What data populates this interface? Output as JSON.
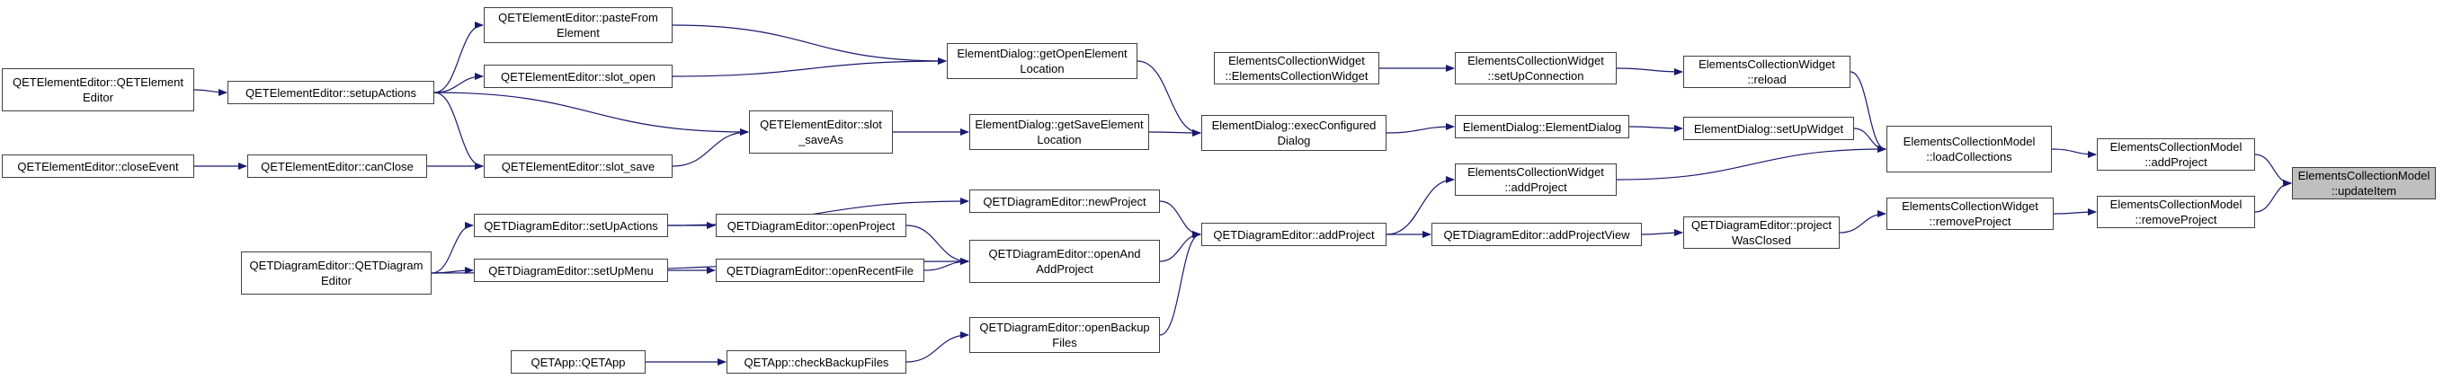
{
  "graph": {
    "edge_color": "#191970",
    "root_fill": "#bfbfbf",
    "node_border": "#404040",
    "nodes": [
      {
        "id": "n_updateitem",
        "lines": [
          "ElementsCollectionModel",
          "::updateItem"
        ],
        "root": true
      },
      {
        "id": "n_addproject_model",
        "lines": [
          "ElementsCollectionModel",
          "::addProject"
        ]
      },
      {
        "id": "n_removeproject_model",
        "lines": [
          "ElementsCollectionModel",
          "::removeProject"
        ]
      },
      {
        "id": "n_loadcollections",
        "lines": [
          "ElementsCollectionModel",
          "::loadCollections"
        ]
      },
      {
        "id": "n_addproject_widget",
        "lines": [
          "ElementsCollectionWidget",
          "::addProject"
        ]
      },
      {
        "id": "n_removeproject_widget",
        "lines": [
          "ElementsCollectionWidget",
          "::removeProject"
        ]
      },
      {
        "id": "n_reload",
        "lines": [
          "ElementsCollectionWidget",
          "::reload"
        ]
      },
      {
        "id": "n_setupwidget",
        "lines": [
          "ElementDialog::setUpWidget"
        ]
      },
      {
        "id": "n_projectwasclosed",
        "lines": [
          "QETDiagramEditor::project",
          "WasClosed"
        ]
      },
      {
        "id": "n_setupconnection",
        "lines": [
          "ElementsCollectionWidget",
          "::setUpConnection"
        ]
      },
      {
        "id": "n_elementdialog_ctor",
        "lines": [
          "ElementDialog::ElementDialog"
        ]
      },
      {
        "id": "n_addprojectview",
        "lines": [
          "QETDiagramEditor::addProjectView"
        ]
      },
      {
        "id": "n_widget_ctor",
        "lines": [
          "ElementsCollectionWidget",
          "::ElementsCollectionWidget"
        ]
      },
      {
        "id": "n_execconfigured",
        "lines": [
          "ElementDialog::execConfigured",
          "Dialog"
        ]
      },
      {
        "id": "n_addproject_editor",
        "lines": [
          "QETDiagramEditor::addProject"
        ]
      },
      {
        "id": "n_getopen",
        "lines": [
          "ElementDialog::getOpenElement",
          "Location"
        ]
      },
      {
        "id": "n_getsave",
        "lines": [
          "ElementDialog::getSaveElement",
          "Location"
        ]
      },
      {
        "id": "n_newproject",
        "lines": [
          "QETDiagramEditor::newProject"
        ]
      },
      {
        "id": "n_openandadd",
        "lines": [
          "QETDiagramEditor::openAnd",
          "AddProject"
        ]
      },
      {
        "id": "n_openbackup",
        "lines": [
          "QETDiagramEditor::openBackup",
          "Files"
        ]
      },
      {
        "id": "n_pastefrom",
        "lines": [
          "QETElementEditor::pasteFrom",
          "Element"
        ]
      },
      {
        "id": "n_slot_open",
        "lines": [
          "QETElementEditor::slot_open"
        ]
      },
      {
        "id": "n_slot_saveas",
        "lines": [
          "QETElementEditor::slot",
          "_saveAs"
        ]
      },
      {
        "id": "n_slot_save",
        "lines": [
          "QETElementEditor::slot_save"
        ]
      },
      {
        "id": "n_openproject",
        "lines": [
          "QETDiagramEditor::openProject"
        ]
      },
      {
        "id": "n_openrecentfile",
        "lines": [
          "QETDiagramEditor::openRecentFile"
        ]
      },
      {
        "id": "n_checkbackup",
        "lines": [
          "QETApp::checkBackupFiles"
        ]
      },
      {
        "id": "n_setupactions_elem",
        "lines": [
          "QETElementEditor::setupActions"
        ]
      },
      {
        "id": "n_canclose",
        "lines": [
          "QETElementEditor::canClose"
        ]
      },
      {
        "id": "n_setupactions_diag",
        "lines": [
          "QETDiagramEditor::setUpActions"
        ]
      },
      {
        "id": "n_setupmenu",
        "lines": [
          "QETDiagramEditor::setUpMenu"
        ]
      },
      {
        "id": "n_qetapp_ctor",
        "lines": [
          "QETApp::QETApp"
        ]
      },
      {
        "id": "n_elem_ctor",
        "lines": [
          "QETElementEditor::QETElement",
          "Editor"
        ]
      },
      {
        "id": "n_closeevent",
        "lines": [
          "QETElementEditor::closeEvent"
        ]
      },
      {
        "id": "n_diag_ctor",
        "lines": [
          "QETDiagramEditor::QETDiagram",
          "Editor"
        ]
      }
    ]
  }
}
